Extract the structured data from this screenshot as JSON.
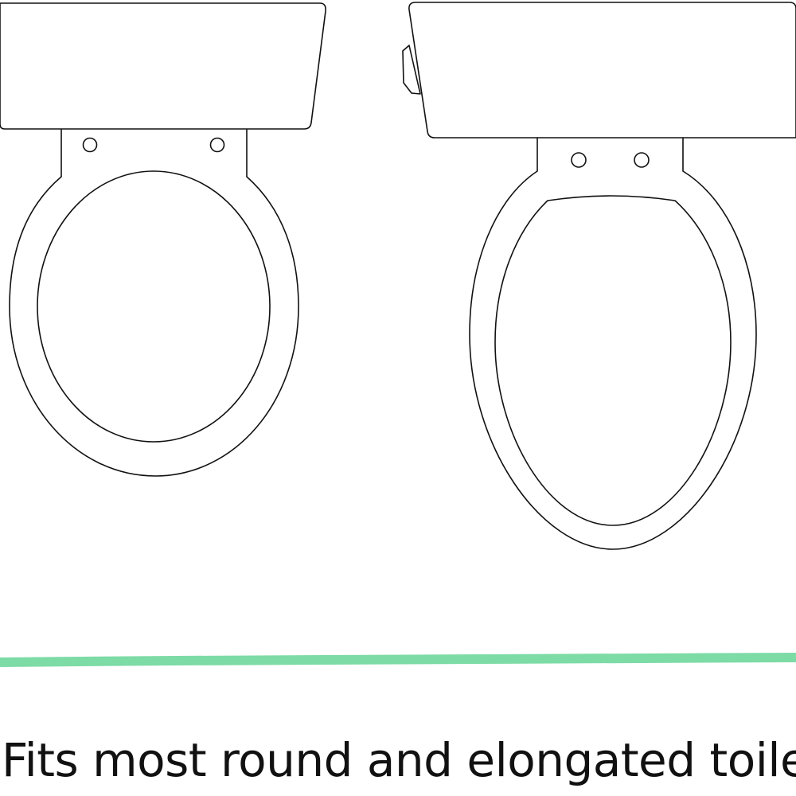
{
  "caption": {
    "text": "Fits most round and elongated toilets"
  },
  "colors": {
    "line": "#111111",
    "accent": "#7ddba6",
    "background": "#ffffff"
  },
  "illustration": {
    "round_toilet": "round-toilet-seat",
    "elongated_toilet": "elongated-toilet-seat"
  }
}
